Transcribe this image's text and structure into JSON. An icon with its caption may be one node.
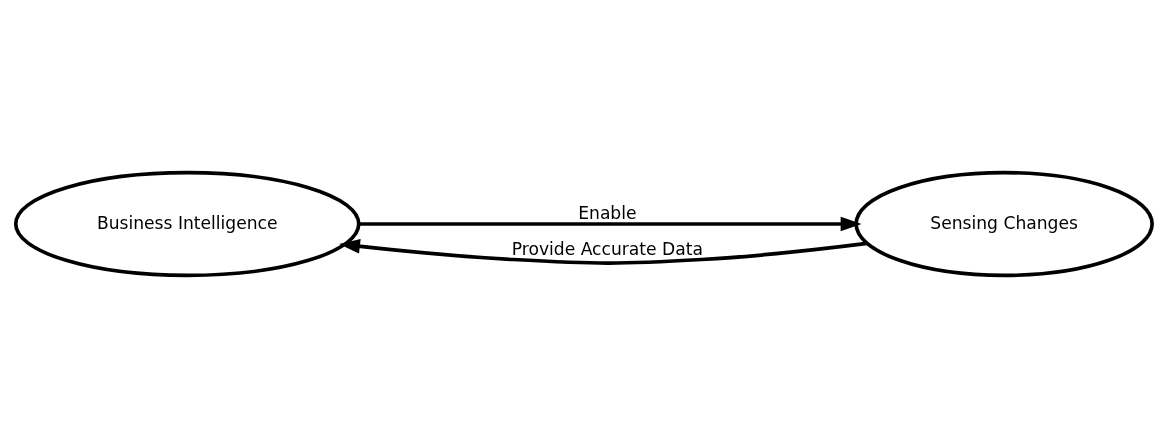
{
  "diagram": {
    "nodes": [
      {
        "text": [
          "Business Intelligence"
        ]
      },
      {
        "text": [
          "Sensing Changes"
        ]
      }
    ],
    "edges": [
      {
        "from": 0,
        "to": 1,
        "arrow": "to",
        "label": "Enable"
      },
      {
        "from": 1,
        "to": 0,
        "arrow": "to",
        "label": "Provide Accurate Data"
      }
    ]
  }
}
